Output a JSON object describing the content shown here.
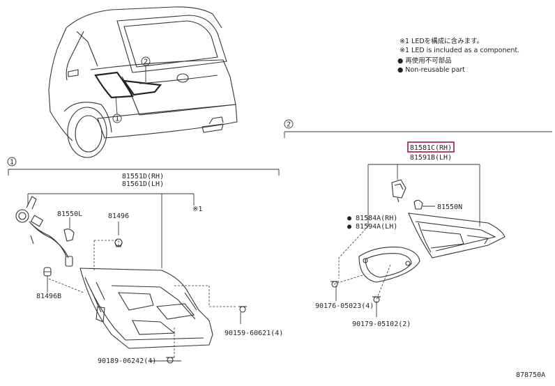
{
  "notes": {
    "line1": "※1 LEDを構成に含みます。",
    "line2": "※1 LED is included as a component.",
    "line3": "● 再使用不可部品",
    "line4": "● Non-reusable part"
  },
  "callouts": {
    "one": "1",
    "two": "2"
  },
  "left_group": {
    "assembly_rh": "81551D(RH)",
    "assembly_lh": "81561D(LH)",
    "note_mark": "※1",
    "bulb": "81550L",
    "clip_top": "81496",
    "clip_left": "81496B",
    "screw_right": "90159-60621(4)",
    "screw_bottom": "90189-06242(4)"
  },
  "right_group": {
    "assembly_rh": "81581C(RH)",
    "assembly_lh": "81591B(LH)",
    "bulb": "81550N",
    "gasket_rh": "● 81584A(RH)",
    "gasket_lh": "● 81594A(LH)",
    "screw_a": "90176-05023(4)",
    "screw_b": "90179-05102(2)"
  },
  "figure_id": "878750A"
}
